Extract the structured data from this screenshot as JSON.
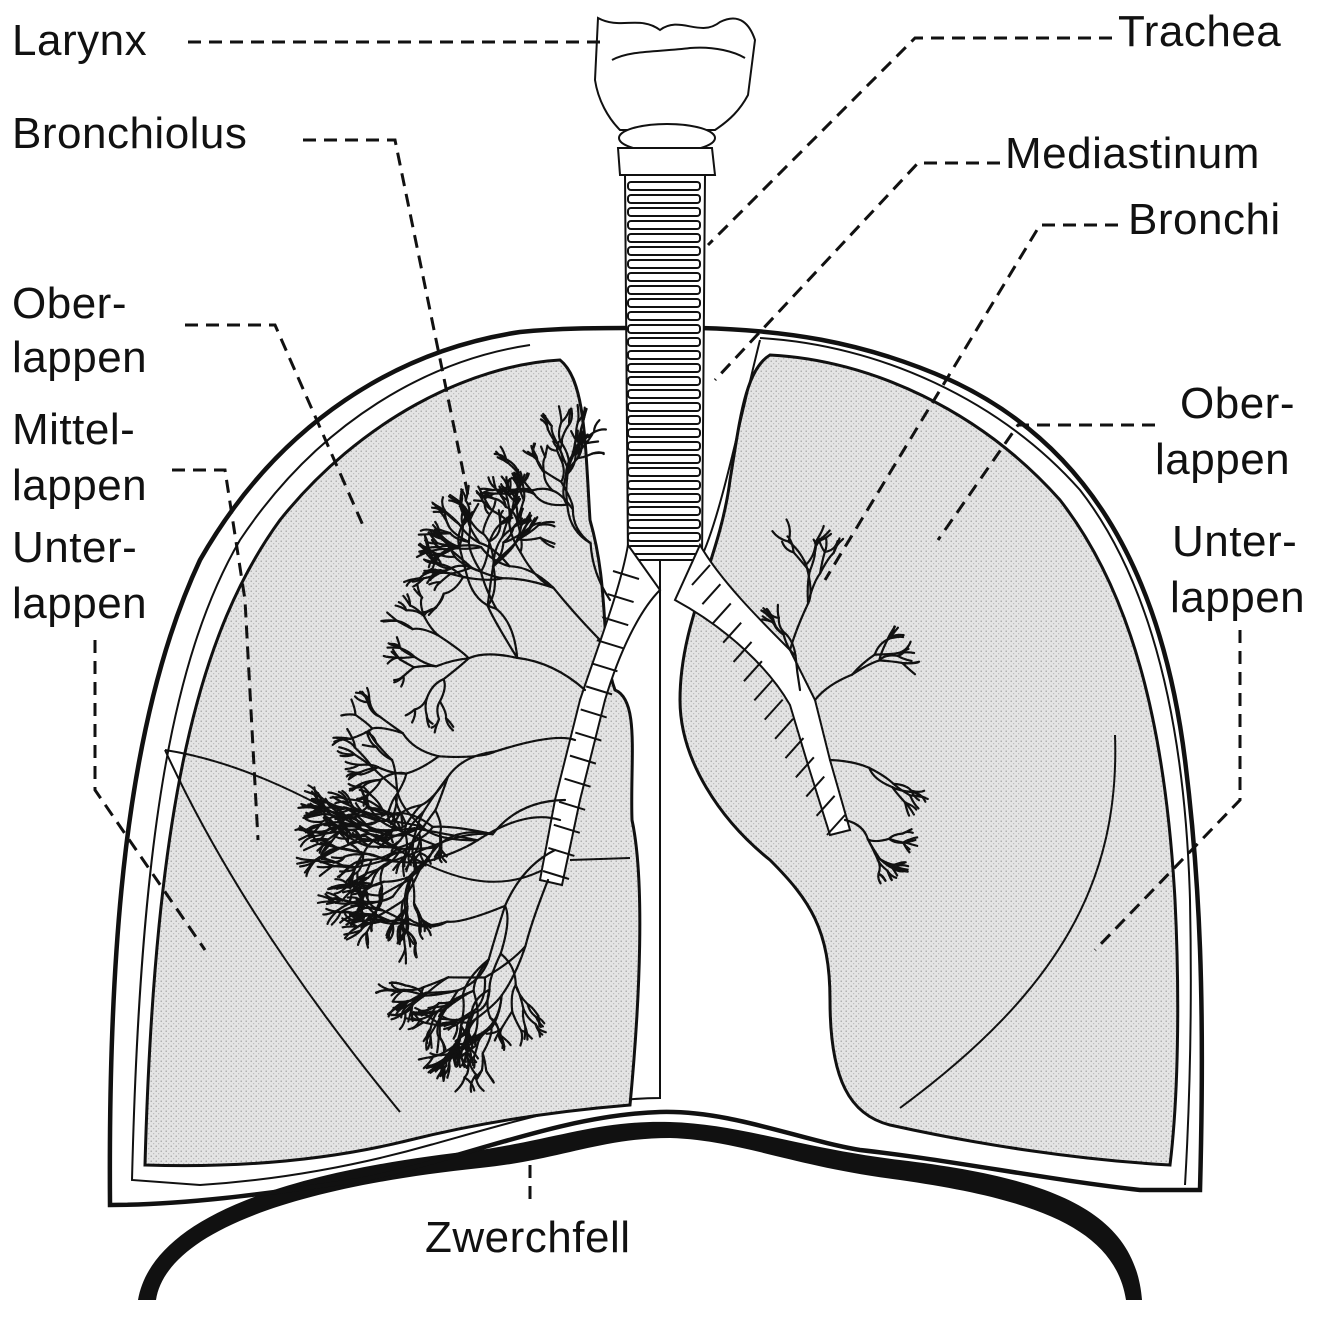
{
  "labels": {
    "larynx": "Larynx",
    "trachea": "Trachea",
    "bronchiolus": "Bronchiolus",
    "mediastinum": "Mediastinum",
    "bronchi": "Bronchi",
    "left_oberlappen_1": "Ober-",
    "left_oberlappen_2": "lappen",
    "mittellappen_1": "Mittel-",
    "mittellappen_2": "lappen",
    "left_unterlappen_1": "Unter-",
    "left_unterlappen_2": "lappen",
    "right_oberlappen_1": "Ober-",
    "right_oberlappen_2": "lappen",
    "right_unterlappen_1": "Unter-",
    "right_unterlappen_2": "lappen",
    "zwerchfell": "Zwerchfell"
  },
  "colors": {
    "ink": "#111111",
    "lung_fill": "#e3e3e3",
    "background": "#ffffff"
  }
}
